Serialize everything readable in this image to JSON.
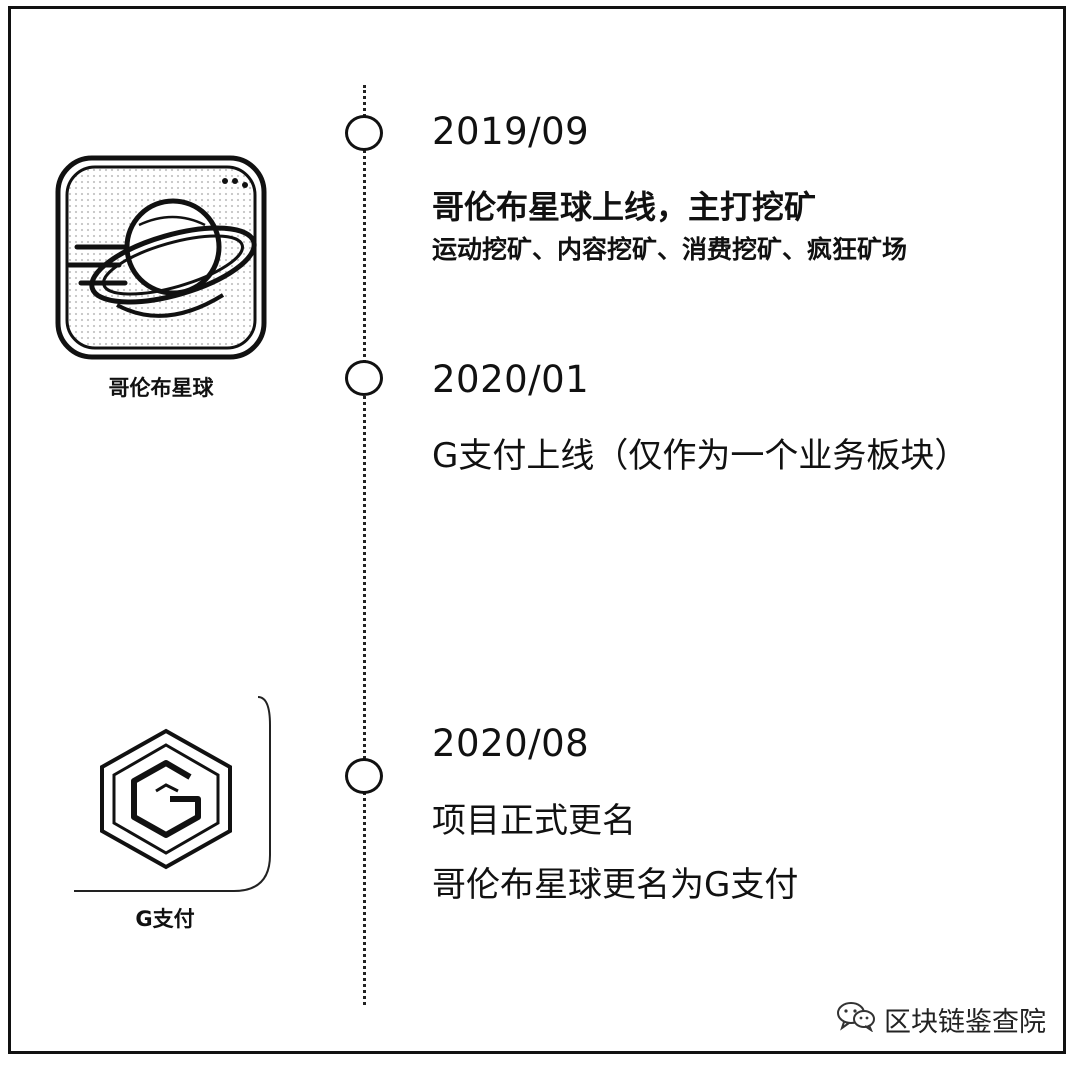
{
  "events": [
    {
      "date": "2019/09",
      "headline": "哥伦布星球上线，主打挖矿",
      "detail": "运动挖矿、内容挖矿、消费挖矿、疯狂矿场"
    },
    {
      "date": "2020/01",
      "headline": "G支付上线（仅作为一个业务板块）"
    },
    {
      "date": "2020/08",
      "headline": "项目正式更名",
      "detail": "哥伦布星球更名为G支付"
    }
  ],
  "apps": [
    {
      "label": "哥伦布星球",
      "icon": "planet-icon"
    },
    {
      "label": "G支付",
      "icon": "g-hexagon-icon"
    }
  ],
  "watermark": {
    "text": "区块链鉴查院",
    "icon": "wechat-icon"
  },
  "colors": {
    "line": "#111111",
    "background": "#ffffff"
  }
}
